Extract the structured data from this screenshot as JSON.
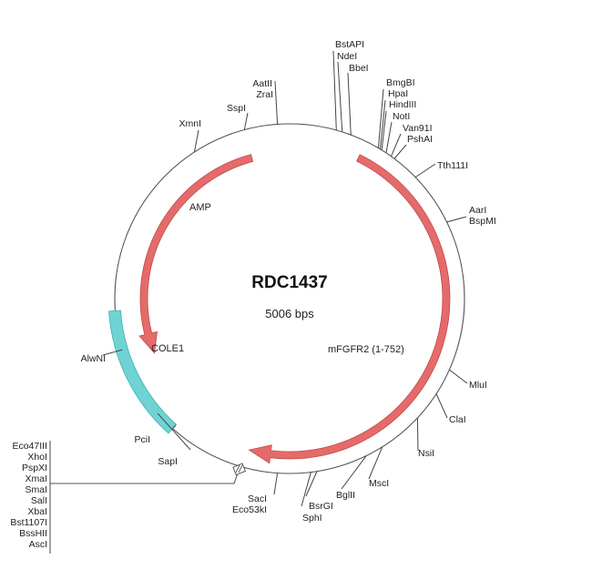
{
  "plasmid": {
    "name": "RDC1437",
    "size_label": "5006 bps"
  },
  "colors": {
    "backbone": "#555555",
    "arrow_fill": "#e56b6b",
    "arrow_stroke": "#c24848",
    "ori_fill": "#6fd3d3",
    "ori_stroke": "#3fb0b0"
  },
  "features": [
    {
      "name": "AMP",
      "type": "arrow",
      "color": "arrow"
    },
    {
      "name": "mFGFR2 (1-752)",
      "type": "arrow",
      "color": "arrow"
    },
    {
      "name": "COLE1",
      "type": "box",
      "color": "ori"
    }
  ],
  "sites": {
    "top_cluster_a": [
      "BstAPI",
      "NdeI",
      "BbeI"
    ],
    "top_cluster_b": [
      "BmgBI",
      "HpaI",
      "HindIII",
      "NotI",
      "Van91I",
      "PshAI"
    ],
    "right": [
      "Tth111I",
      "AarI",
      "BspMI",
      "MluI",
      "ClaI",
      "NsiI",
      "MscI",
      "BglII",
      "BsrGI",
      "SphI"
    ],
    "bottom": [
      "SacI",
      "Eco53kI"
    ],
    "left": [
      "PciI",
      "SapI",
      "AlwNI",
      "XmnI",
      "SspI",
      "AatII",
      "ZraI"
    ],
    "mcs": [
      "Eco47III",
      "XhoI",
      "PspXI",
      "XmaI",
      "SmaI",
      "SalI",
      "XbaI",
      "Bst1107I",
      "BssHII",
      "AscI"
    ]
  }
}
